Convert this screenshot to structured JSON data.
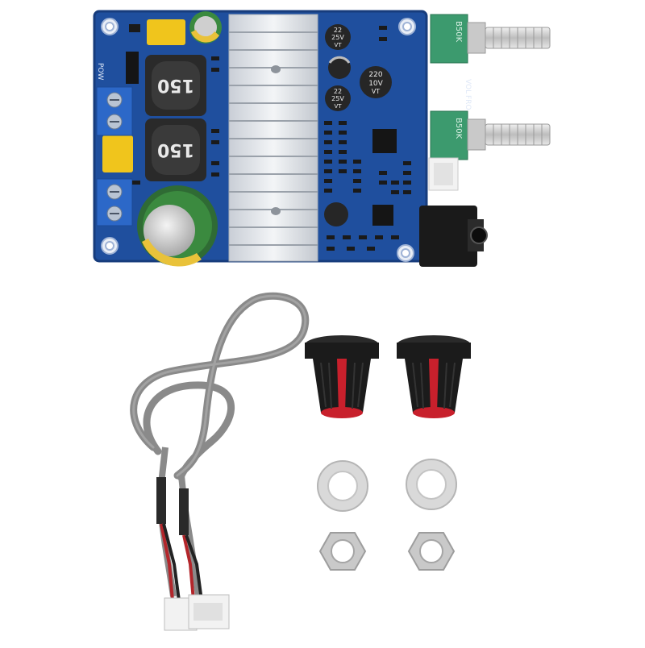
{
  "board": {
    "colors": {
      "pcb": "#1f4f9e",
      "pcb_dark": "#173c7c",
      "heatsink": "#dfe3e8",
      "pot_green": "#3c9a6e",
      "terminal_blue": "#2c68c8",
      "cap_yellow": "#f0c51c",
      "inductor": "#2a2a2a",
      "jack": "#1a1a1a"
    },
    "inductor_top_label": "150",
    "inductor_bottom_label": "150",
    "pot_top_label": "B50K",
    "pot_bottom_label": "B50K",
    "cap_top_line1": "22",
    "cap_top_line2": "25V",
    "cap_top_line3": "VT",
    "cap_big_line1": "220",
    "cap_big_line2": "10V",
    "cap_big_line3": "VT",
    "cap_mid_line1": "22",
    "cap_mid_line2": "25V",
    "cap_mid_line3": "VT",
    "silk_pow": "POW",
    "silk_vol": "VOL",
    "silk_fro": "FRO"
  },
  "accessories": {
    "colors": {
      "cable": "#8a8a8a",
      "knob_black": "#1b1b1b",
      "knob_red": "#c8202c",
      "washer": "#d9d9d9",
      "nut": "#c9c9c9",
      "connector": "#f2f2f2",
      "wire_red": "#b3262b",
      "wire_black": "#222222"
    }
  }
}
